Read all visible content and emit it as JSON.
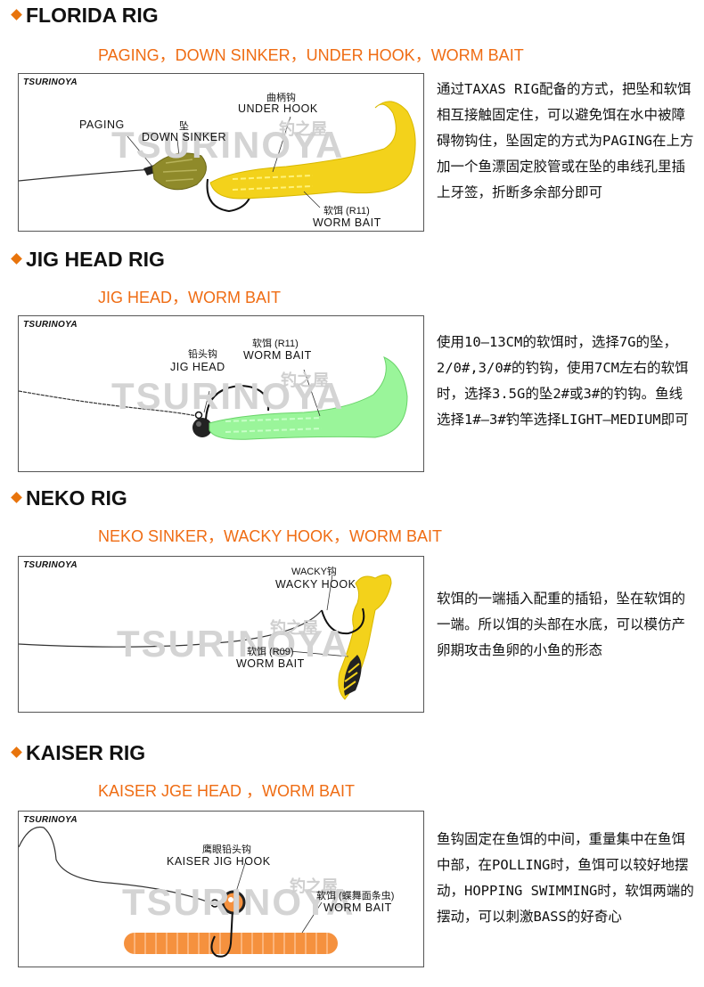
{
  "brand": "TSURINOYA",
  "watermark_en": "TSURINOYA",
  "watermark_cn": "钓之屋",
  "sections": [
    {
      "title": "FLORIDA RIG",
      "subtitle": "PAGING，DOWN SINKER，UNDER HOOK，WORM BAIT",
      "labels": {
        "paging": "PAGING",
        "sinker_cn": "坠",
        "sinker_en": "DOWN SINKER",
        "hook_cn": "曲柄钩",
        "hook_en": "UNDER HOOK",
        "worm_cn": "软饵 (R11)",
        "worm_en": "WORM BAIT"
      },
      "description": "通过TAXAS RIG配备的方式，把坠和软饵相互接触固定住，可以避免饵在水中被障碍物钩住，坠固定的方式为PAGING在上方加一个鱼漂固定胶管或在坠的串线孔里插上牙签，折断多余部分即可"
    },
    {
      "title": "JIG HEAD RIG",
      "subtitle": "JIG HEAD，WORM BAIT",
      "labels": {
        "jig_cn": "铅头钩",
        "jig_en": "JIG HEAD",
        "worm_cn": "软饵 (R11)",
        "worm_en": "WORM BAIT"
      },
      "description": "使用10—13CM的软饵时，选择7G的坠，2/0#,3/0#的钓钩，使用7CM左右的软饵时，选择3.5G的坠2#或3#的钓钩。鱼线选择1#—3#钓竿选择LIGHT—MEDIUM即可"
    },
    {
      "title": "NEKO RIG",
      "subtitle": "NEKO SINKER，WACKY HOOK，WORM BAIT",
      "labels": {
        "hook_cn": "WACKY钩",
        "hook_en": "WACKY HOOK",
        "worm_cn": "软饵 (R09)",
        "worm_en": "WORM BAIT"
      },
      "description": "软饵的一端插入配重的插铅，坠在软饵的一端。所以饵的头部在水底，可以模仿产卵期攻击鱼卵的小鱼的形态"
    },
    {
      "title": "KAISER RIG",
      "subtitle": "KAISER JGE HEAD ，WORM BAIT",
      "labels": {
        "hook_cn": "鹰眼铅头钩",
        "hook_en": "KAISER JIG HOOK",
        "worm_cn": "软饵 (蝶舞面条虫)",
        "worm_en": "WORM BAIT"
      },
      "description": "鱼钩固定在鱼饵的中间，重量集中在鱼饵中部，在POLLING时，鱼饵可以较好地摆动，HOPPING SWIMMING时，软饵两端的摆动，可以刺激BASS的好奇心"
    }
  ],
  "colors": {
    "accent_orange": "#ef6c13",
    "yellow_worm": "#f3d21b",
    "olive_sinker": "#8f8a2a",
    "green_worm": "#9af59a",
    "orange_worm": "#f5913e"
  }
}
